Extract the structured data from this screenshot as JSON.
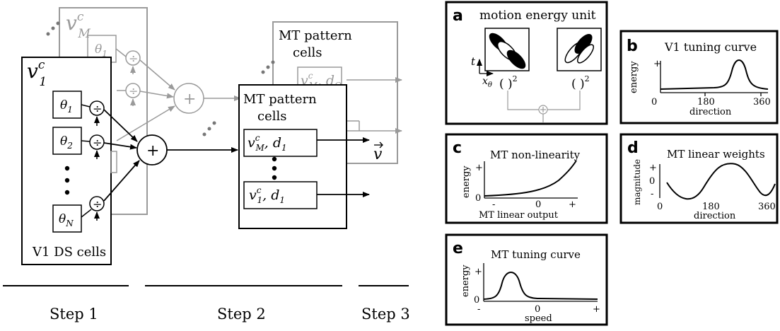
{
  "diagram": {
    "boxes": {
      "v1_back_var": "v",
      "v1_back_sup": "c",
      "v1_back_sub": "M",
      "v1_front_var": "v",
      "v1_front_sup": "c",
      "v1_front_sub": "1",
      "v1_front_caption": "V1 DS cells",
      "mt_back_title_1": "MT pattern",
      "mt_back_title_2": "cells",
      "mt_back_cell_a": "v",
      "mt_back_cell_sup": "c",
      "mt_back_cell_sub": "M",
      "mt_back_cell_d": ", d",
      "mt_back_cell_dsub": "Q",
      "mt_front_title_1": "MT pattern",
      "mt_front_title_2": "cells",
      "mt_front_cell1_var": "v",
      "mt_front_cell1_sup": "c",
      "mt_front_cell1_sub": "M",
      "mt_front_cell1_d": ", d",
      "mt_front_cell1_dsub": "1",
      "mt_front_cell2_var": "v",
      "mt_front_cell2_sup": "c",
      "mt_front_cell2_sub": "1",
      "mt_front_cell2_d": ", d",
      "mt_front_cell2_dsub": "1"
    },
    "thetas": [
      {
        "sym": "θ",
        "sub": "1"
      },
      {
        "sym": "θ",
        "sub": "2"
      },
      {
        "sym": "θ",
        "sub": "N"
      }
    ],
    "theta_back": {
      "sym": "θ",
      "sub": "1"
    },
    "operators": {
      "divide": "÷",
      "sum": "+"
    },
    "output_symbol": "v",
    "steps": [
      "Step 1",
      "Step 2",
      "Step 3"
    ]
  },
  "panels": {
    "a": {
      "letter": "a",
      "title": "motion energy unit",
      "axis_t": "t",
      "axis_x": "x",
      "axis_x_sub": "θ",
      "square_left": "( )",
      "square_right": "( )",
      "power": "2"
    },
    "b": {
      "letter": "b",
      "title": "V1 tuning curve",
      "ylabel": "energy",
      "xlabel": "direction",
      "yticks": [
        "+"
      ],
      "xticks": [
        "0",
        "180",
        "360"
      ]
    },
    "c": {
      "letter": "c",
      "title": "MT non-linearity",
      "ylabel": "energy",
      "xlabel": "MT linear output",
      "yticks": [
        "+",
        "0"
      ],
      "xticks": [
        "-",
        "0",
        "+"
      ]
    },
    "d": {
      "letter": "d",
      "title": "MT linear weights",
      "ylabel": "magnitude",
      "xlabel": "direction",
      "yticks": [
        "+",
        "0",
        "-"
      ],
      "xticks": [
        "0",
        "180",
        "360"
      ]
    },
    "e": {
      "letter": "e",
      "title": "MT tuning curve",
      "ylabel": "energy",
      "xlabel": "speed",
      "yticks": [
        "+",
        "0"
      ],
      "xticks": [
        "-",
        "0",
        "+"
      ]
    }
  },
  "colors": {
    "gray": "#9a9a9a",
    "black": "#000000"
  }
}
